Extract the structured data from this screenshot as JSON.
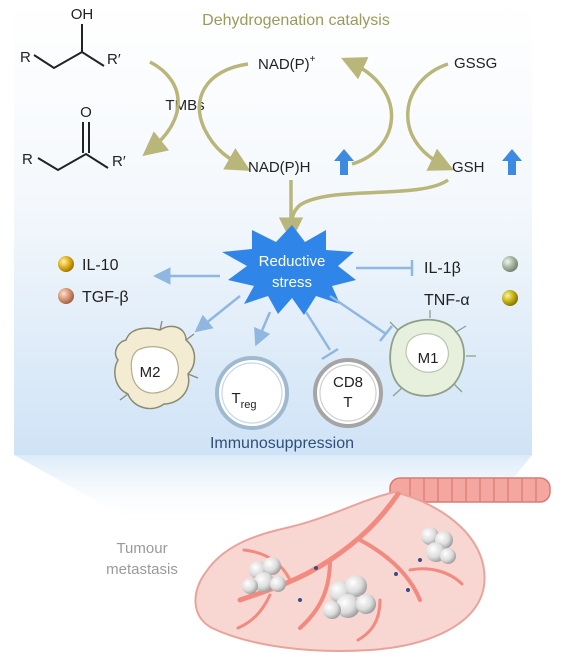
{
  "header": {
    "title": "Dehydrogenation catalysis"
  },
  "chemistry": {
    "reactant": {
      "oh": "OH",
      "r_left": "R",
      "r_right": "R′"
    },
    "product": {
      "o": "O",
      "r_left": "R",
      "r_right": "R′"
    },
    "catalyst": "TMBs"
  },
  "cofactors": {
    "nadp_plus": "NAD(P)",
    "nadp_plus_sup": "+",
    "nadph": "NAD(P)H",
    "gssg": "GSSG",
    "gsh": "GSH"
  },
  "center": {
    "line1": "Reductive",
    "line2": "stress"
  },
  "cytokines": {
    "il10": "IL-10",
    "tgfb": "TGF-β",
    "il1b": "IL-1β",
    "tnfa": "TNF-α"
  },
  "cells": {
    "m2": "M2",
    "treg_main": "T",
    "treg_sub": "reg",
    "cd8_line1": "CD8",
    "cd8_line2": "T",
    "m1": "M1"
  },
  "footer": {
    "immunosuppression": "Immunosuppression"
  },
  "lung": {
    "line1": "Tumour",
    "line2": "metastasis"
  },
  "colors": {
    "olive_arrow": "#b9b67a",
    "title_text": "#9a9a5c",
    "blue_arrow": "#3d8be0",
    "star_fill": "#2f86e8",
    "panel_top": "#ffffff",
    "panel_bottom": "#cfe3f6",
    "inhibit_line": "#8fb7e0",
    "lung_fill": "#f8d6d2",
    "airway": "#f28a80"
  },
  "icons": {
    "up_arrow": "blue-up-arrow-icon",
    "il10_dot": "gold-sphere-icon",
    "tgfb_dot": "salmon-sphere-icon",
    "il1b_dot": "grey-green-sphere-icon",
    "tnfa_dot": "olive-sphere-icon"
  }
}
